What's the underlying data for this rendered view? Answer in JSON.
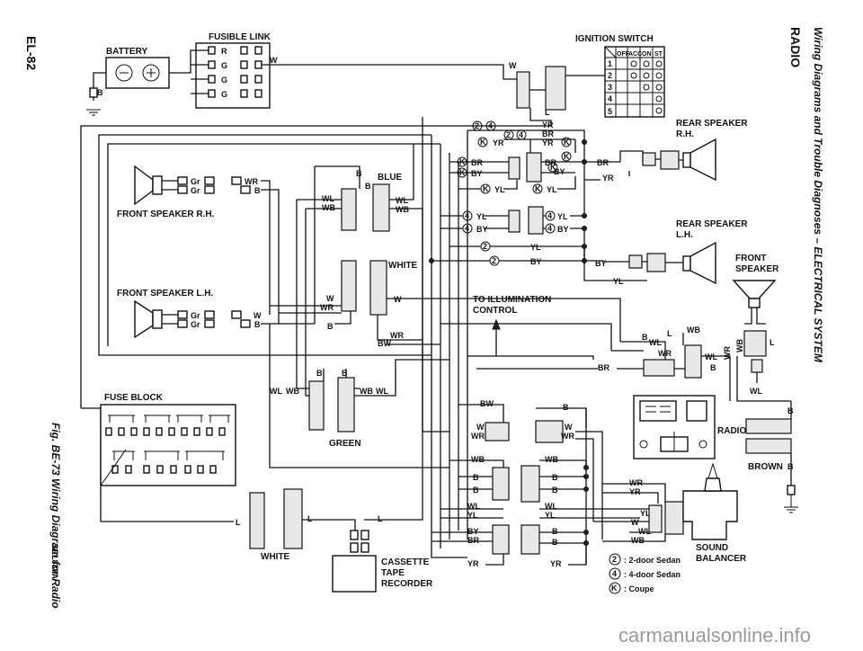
{
  "page": {
    "page_number": "EL-82",
    "section_header": "Wiring Diagrams and Trouble Diagnoses – ELECTRICAL SYSTEM",
    "section_title": "RADIO",
    "figure_caption": "Fig. BE-73  Wiring Diagram for Radio",
    "figure_code": "SEL837A",
    "watermark": "carmanualsonline.info"
  },
  "components": {
    "battery": "BATTERY",
    "fusible_link": "FUSIBLE LINK",
    "ignition_switch": "IGNITION SWITCH",
    "front_speaker_rh": "FRONT SPEAKER R.H.",
    "front_speaker_lh": "FRONT SPEAKER L.H.",
    "rear_speaker_rh_1": "REAR SPEAKER",
    "rear_speaker_rh_2": "R.H.",
    "rear_speaker_lh_1": "REAR SPEAKER",
    "rear_speaker_lh_2": "L.H.",
    "front_speaker_1": "FRONT",
    "front_speaker_2": "SPEAKER",
    "fuse_block": "FUSE BLOCK",
    "to_illumination_1": "TO ILLUMINATION",
    "to_illumination_2": "CONTROL",
    "radio": "RADIO",
    "brown": "BROWN",
    "sound_balancer_1": "SOUND",
    "sound_balancer_2": "BALANCER",
    "cassette_1": "CASSETTE",
    "cassette_2": "TAPE",
    "cassette_3": "RECORDER",
    "blue": "BLUE",
    "white_1": "WHITE",
    "white_2": "WHITE",
    "green": "GREEN"
  },
  "ignition_table": {
    "headers": [
      "OFF",
      "ACC",
      "ON",
      "ST"
    ],
    "rows": [
      "1",
      "2",
      "3",
      "4",
      "5"
    ]
  },
  "legend": [
    {
      "key": "2",
      "text": ": 2-door Sedan"
    },
    {
      "key": "4",
      "text": ": 4-door Sedan"
    },
    {
      "key": "K",
      "text": ": Coupe"
    }
  ],
  "wire_labels": {
    "r": "R",
    "g1": "G",
    "g2": "G",
    "g3": "G",
    "w_top": "W",
    "w_ign": "W",
    "l_ign": "L",
    "b_bat": "B",
    "yr_1": "YR",
    "br_1": "BR",
    "yr_2": "YR",
    "yr_3": "YR",
    "br_2": "BR",
    "by_1": "BY",
    "br_3": "BR",
    "by_2": "BY",
    "br_4": "BR",
    "yr_4": "YR",
    "yl_1": "YL",
    "yl_2": "YL",
    "yl_3": "YL",
    "by_3": "BY",
    "yl_4": "YL",
    "by_4": "BY",
    "yl_5": "YL",
    "by_5": "BY",
    "by_6": "BY",
    "yl_6": "YL",
    "gr_1": "Gr",
    "gr_2": "Gr",
    "gr_3": "Gr",
    "gr_4": "Gr",
    "wr_1": "WR",
    "b_1": "B",
    "w_1": "W",
    "b_2": "B",
    "wl_1": "WL",
    "wb_1": "WB",
    "wl_2": "WL",
    "wb_2": "WB",
    "b_blue1": "B",
    "b_blue2": "B",
    "w_2": "W",
    "wr_2": "WR",
    "w_3": "W",
    "b_3": "B",
    "wr_3": "WR",
    "bw_1": "BW",
    "wl_3": "WL",
    "wb_3": "WB",
    "wb_4": "WB",
    "wl_4": "WL",
    "b_g1": "B",
    "b_g2": "B",
    "br_5": "BR",
    "bw_2": "BW",
    "b_4": "B",
    "w_4": "W",
    "wr_4": "WR",
    "w_5": "W",
    "wr_5": "WR",
    "wb_5": "WB",
    "wb_6": "WB",
    "b_5": "B",
    "b_6": "B",
    "b_7": "B",
    "b_8": "B",
    "wl_5": "WL",
    "yl_7": "YL",
    "wl_6": "WL",
    "yl_8": "YL",
    "by_7": "BY",
    "br_6": "BR",
    "b_9": "B",
    "b_10": "B",
    "yr_5": "YR",
    "yr_6": "YR",
    "wr_6": "WR",
    "yr_7": "YR",
    "yl_9": "YL",
    "w_6": "W",
    "wl_7": "WL",
    "wb_7": "WB",
    "b_11": "B",
    "wl_8": "WL",
    "l_1": "L",
    "wr_7": "WR",
    "wb_8": "WB",
    "wl_9": "WL",
    "b_12": "B",
    "wr_8": "WR",
    "wl_10": "WL",
    "b_13": "B",
    "b_14": "B",
    "l_2": "L",
    "l_3": "L",
    "l_4": "L",
    "l_5": "L"
  }
}
